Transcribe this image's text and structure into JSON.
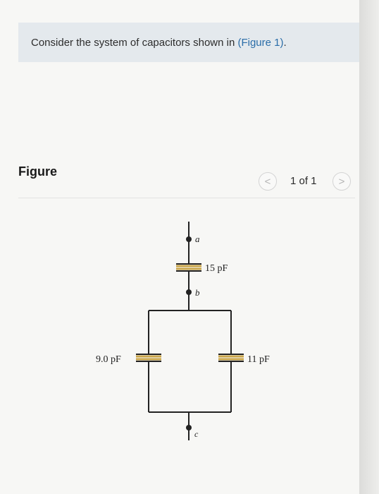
{
  "problem": {
    "text_prefix": "Consider the system of capacitors shown in ",
    "figure_link": "(Figure 1)",
    "text_suffix": "."
  },
  "figure": {
    "heading": "Figure",
    "pager": {
      "prev_icon": "chevron-left-icon",
      "prev_glyph": "<",
      "counter": "1 of 1",
      "next_icon": "chevron-right-icon",
      "next_glyph": ">"
    }
  },
  "circuit": {
    "node_a": "a",
    "node_b": "b",
    "node_c": "c",
    "cap_top": "15 pF",
    "cap_left": "9.0 pF",
    "cap_right": "11 pF"
  },
  "colors": {
    "problem_bg": "#e4e9ed",
    "link": "#2a6da8",
    "capacitor_plate": "#c9a54a",
    "wire": "#222222"
  }
}
